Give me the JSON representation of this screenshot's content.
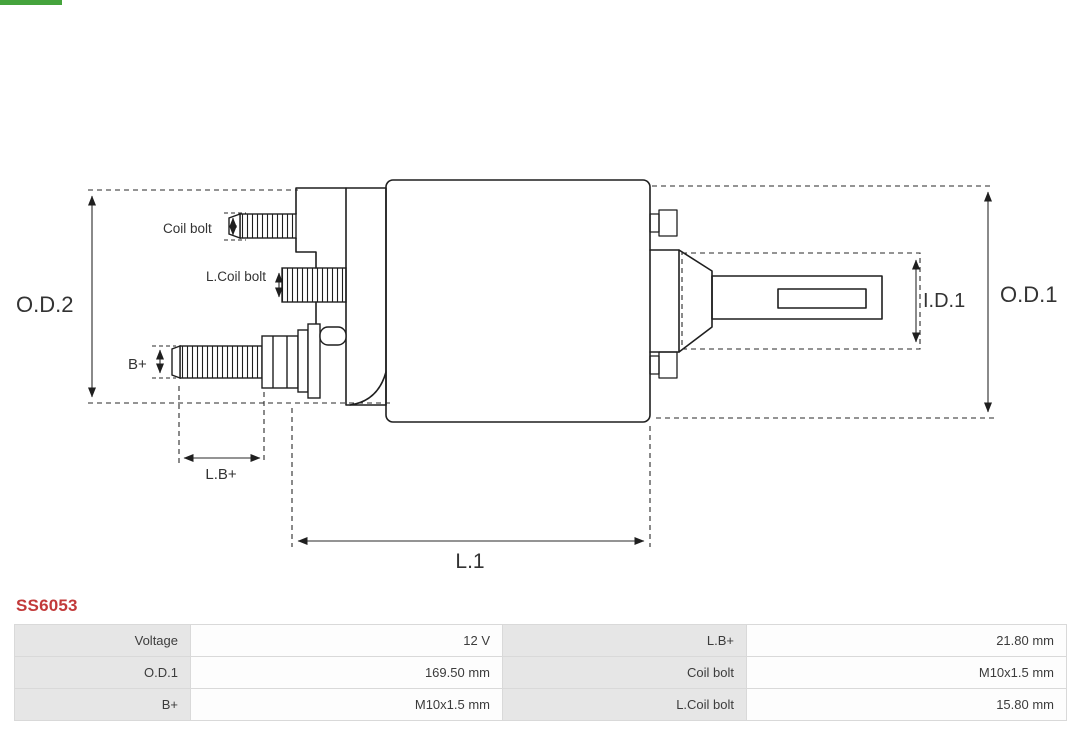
{
  "colors": {
    "accent_red": "#c23a3a",
    "drawing_line": "#1f1f1f",
    "table_label_bg": "#e6e6e6",
    "table_value_bg": "#fdfdfd",
    "logo_green": "#45a33c"
  },
  "part_number": "SS6053",
  "diagram": {
    "labels": {
      "od2": "O.D.2",
      "od1": "O.D.1",
      "id1": "I.D.1",
      "l1": "L.1",
      "lb": "L.B+",
      "b_plus": "B+",
      "coil_bolt": "Coil bolt",
      "l_coil_bolt": "L.Coil bolt"
    }
  },
  "table": {
    "rows": [
      {
        "c0": "Voltage",
        "c1": "12 V",
        "c2": "L.B+",
        "c3": "21.80 mm"
      },
      {
        "c0": "O.D.1",
        "c1": "169.50 mm",
        "c2": "Coil bolt",
        "c3": "M10x1.5 mm"
      },
      {
        "c0": "B+",
        "c1": "M10x1.5 mm",
        "c2": "L.Coil bolt",
        "c3": "15.80 mm"
      }
    ]
  }
}
